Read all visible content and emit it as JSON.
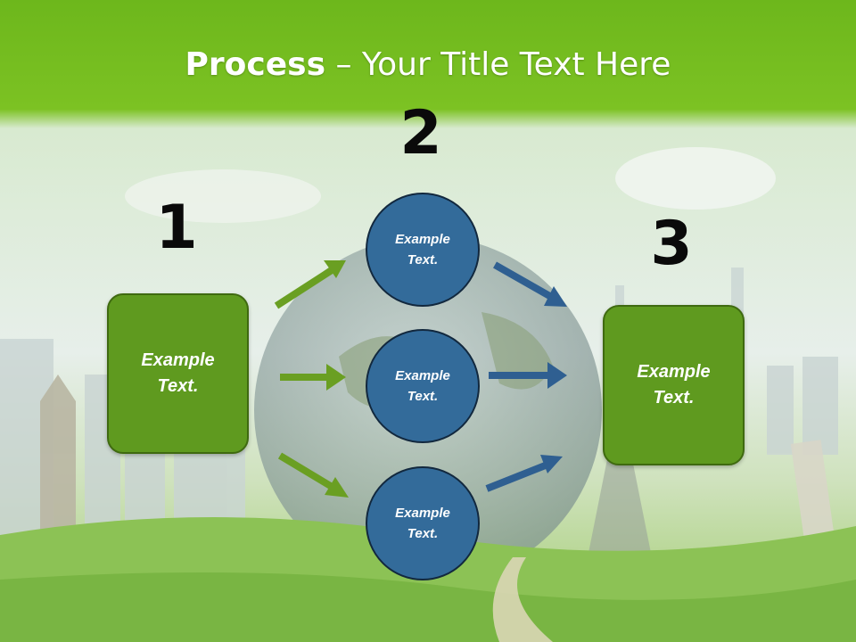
{
  "title": {
    "bold": "Process",
    "rest": " – Your Title Text Here"
  },
  "steps": {
    "one": {
      "number": "1",
      "line1": "Example",
      "line2": "Text."
    },
    "two": {
      "number": "2",
      "circles": [
        {
          "line1": "Example",
          "line2": "Text."
        },
        {
          "line1": "Example",
          "line2": "Text."
        },
        {
          "line1": "Example",
          "line2": "Text."
        }
      ]
    },
    "three": {
      "number": "3",
      "line1": "Example",
      "line2": "Text."
    }
  },
  "colors": {
    "header_green": "#6fb81c",
    "box_green": "#5f9a1f",
    "circle_blue": "#336b9a",
    "arrow_green": "#6a9f22",
    "arrow_blue": "#2f5f91"
  },
  "icons": {
    "background": "landscape-globe-landmarks-illustration",
    "arrows": "arrow-icon"
  }
}
